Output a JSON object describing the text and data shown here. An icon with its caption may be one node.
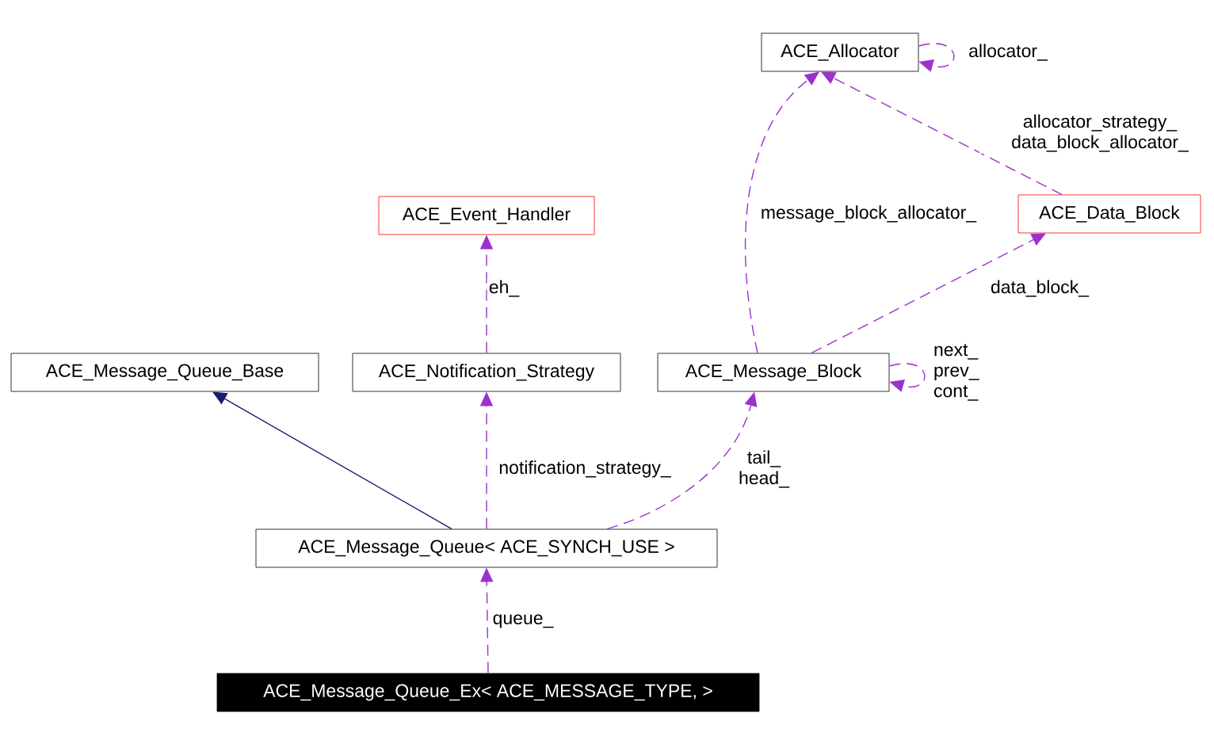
{
  "diagram": {
    "nodes": [
      {
        "text": [
          "ACE_Allocator"
        ]
      },
      {
        "text": [
          "ACE_Event_Handler"
        ]
      },
      {
        "text": [
          "ACE_Data_Block"
        ]
      },
      {
        "text": [
          "ACE_Message_Queue_Base"
        ]
      },
      {
        "text": [
          "ACE_Notification_Strategy"
        ]
      },
      {
        "text": [
          "ACE_Message_Block"
        ]
      },
      {
        "text": [
          "ACE_Message_Queue< ACE_SYNCH_USE >"
        ]
      },
      {
        "text": [
          "ACE_Message_Queue_Ex< ACE_MESSAGE_TYPE, >"
        ]
      }
    ],
    "edges": [
      {
        "from": 0,
        "to": 0,
        "arrow": "to",
        "label": "allocator_",
        "style": "dashed"
      },
      {
        "from": 2,
        "to": 0,
        "arrow": "to",
        "label": "allocator_strategy_ data_block_allocator_",
        "style": "dashed"
      },
      {
        "from": 5,
        "to": 0,
        "arrow": "to",
        "label": "message_block_allocator_",
        "style": "dashed"
      },
      {
        "from": 5,
        "to": 2,
        "arrow": "to",
        "label": "data_block_",
        "style": "dashed"
      },
      {
        "from": 5,
        "to": 5,
        "arrow": "to",
        "label": "next_ prev_ cont_",
        "style": "dashed"
      },
      {
        "from": 4,
        "to": 1,
        "arrow": "to",
        "label": "eh_",
        "style": "dashed"
      },
      {
        "from": 6,
        "to": 3,
        "arrow": "to",
        "color": "#191970"
      },
      {
        "from": 6,
        "to": 4,
        "arrow": "to",
        "label": "notification_strategy_",
        "style": "dashed"
      },
      {
        "from": 6,
        "to": 5,
        "arrow": "to",
        "label": "tail_ head_",
        "style": "dashed"
      },
      {
        "from": 7,
        "to": 6,
        "arrow": "to",
        "label": "queue_",
        "style": "dashed"
      }
    ]
  }
}
